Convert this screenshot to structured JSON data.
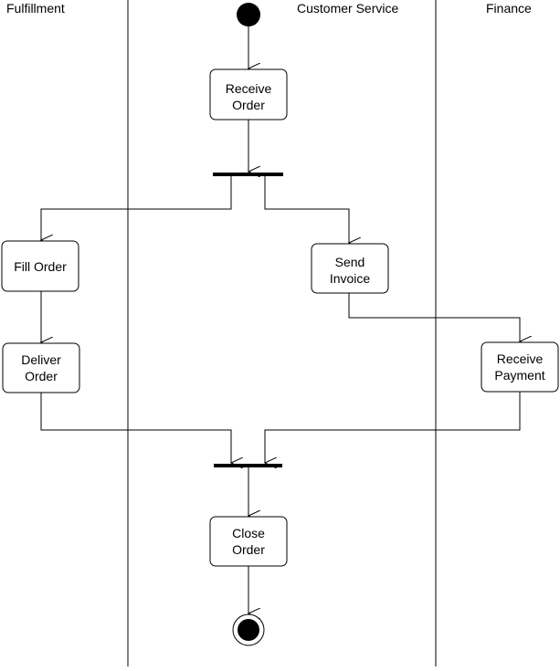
{
  "swimlanes": [
    {
      "id": "fulfillment",
      "title": "Fulfillment"
    },
    {
      "id": "customer-service",
      "title": "Customer Service"
    },
    {
      "id": "finance",
      "title": "Finance"
    }
  ],
  "actions": [
    {
      "id": "receive-order",
      "lines": [
        "Receive",
        "Order"
      ]
    },
    {
      "id": "fill-order",
      "lines": [
        "Fill Order"
      ]
    },
    {
      "id": "send-invoice",
      "lines": [
        "Send",
        "Invoice"
      ]
    },
    {
      "id": "deliver-order",
      "lines": [
        "Deliver",
        "Order"
      ]
    },
    {
      "id": "receive-payment",
      "lines": [
        "Receive",
        "Payment"
      ]
    },
    {
      "id": "close-order",
      "lines": [
        "Close",
        "Order"
      ]
    }
  ],
  "colors": {
    "stroke": "#000000",
    "fill": "#ffffff",
    "background": "#ffffff"
  }
}
